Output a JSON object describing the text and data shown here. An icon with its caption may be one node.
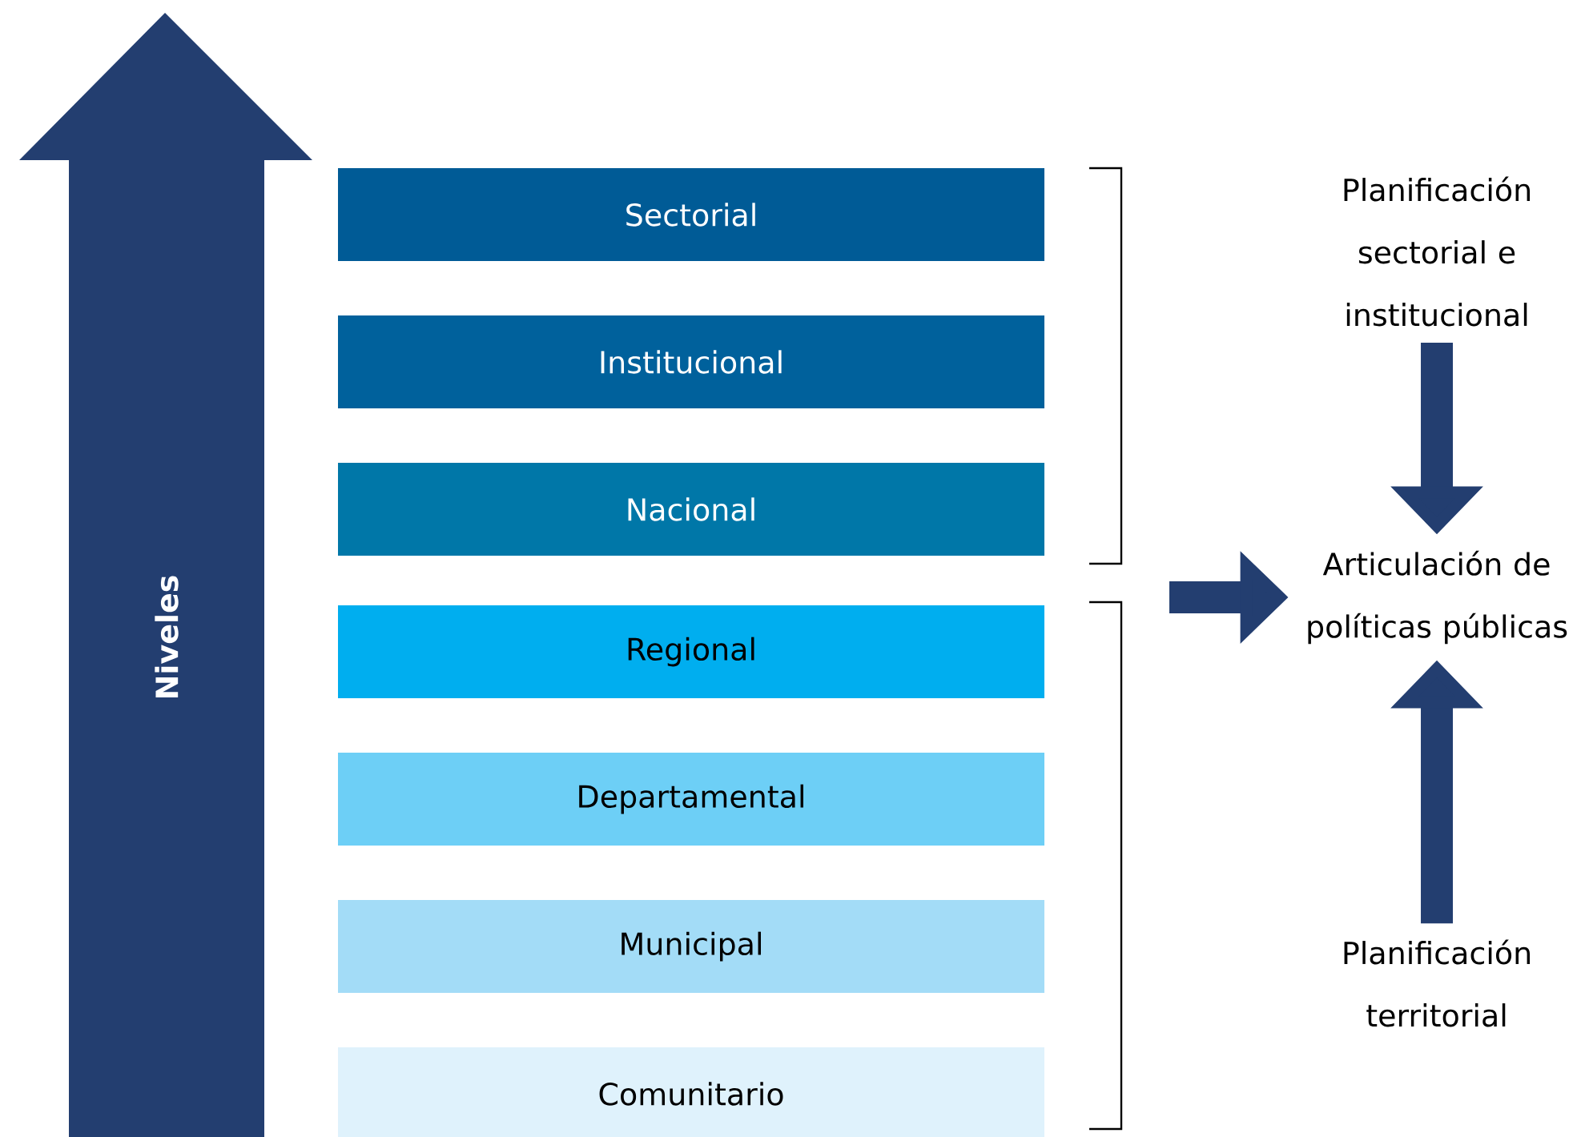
{
  "diagram": {
    "nodes": [
      {
        "text": [
          "Niveles"
        ]
      },
      {
        "text": [
          "Sectorial"
        ]
      },
      {
        "text": [
          "Institucional"
        ]
      },
      {
        "text": [
          "Nacional"
        ]
      },
      {
        "text": [
          "Regional"
        ]
      },
      {
        "text": [
          "Departamental"
        ]
      },
      {
        "text": [
          "Municipal"
        ]
      },
      {
        "text": [
          "Comunitario"
        ]
      },
      {
        "text": [
          "Planificación sectorial e institucional"
        ]
      },
      {
        "text": [
          "Articulación de políticas públicas"
        ]
      },
      {
        "text": [
          "Planificación territorial"
        ]
      }
    ],
    "edges": [
      {
        "from": 8,
        "to": 9,
        "arrow": "to"
      },
      {
        "from": null,
        "to": 9,
        "arrow": "to"
      },
      {
        "from": 10,
        "to": 9,
        "arrow": "to"
      }
    ]
  }
}
